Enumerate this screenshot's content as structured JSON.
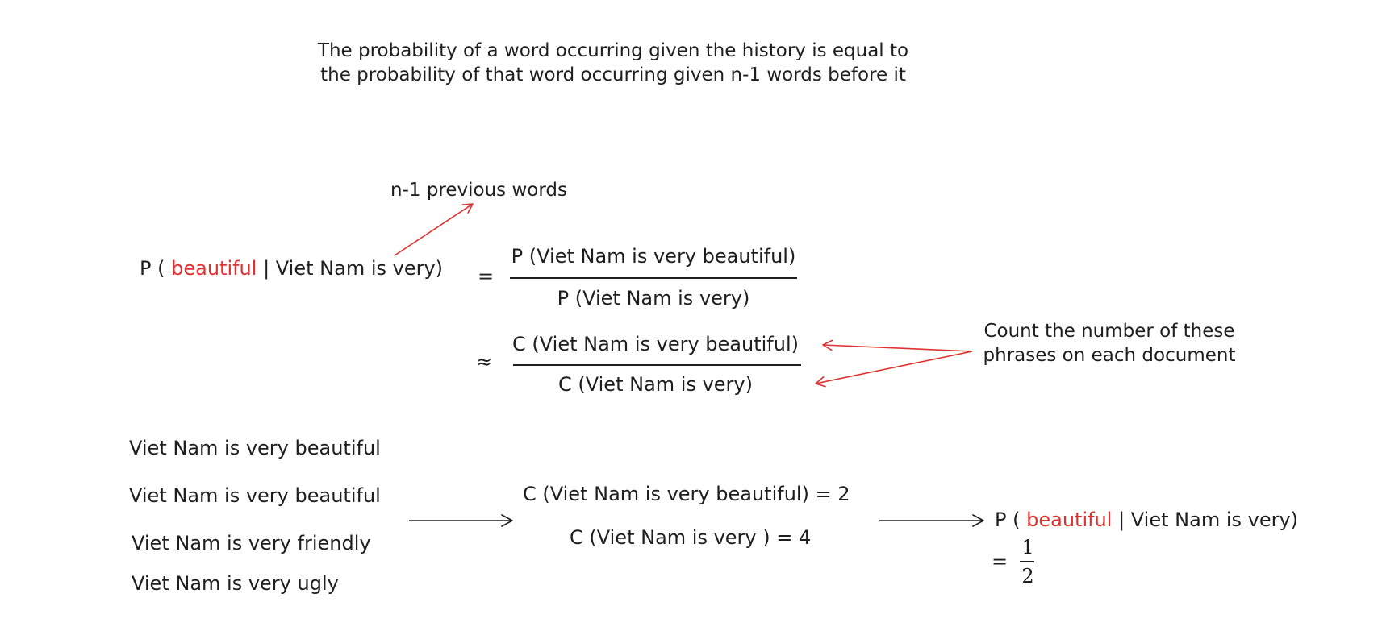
{
  "header": {
    "line1": "The probability of a word occurring given the history is equal to",
    "line2": "the probability of that word occurring given n-1 words before it"
  },
  "annotation_previous": "n-1 previous words",
  "formula1": {
    "p_open": "P (",
    "target": "beautiful",
    "given": "| Viet Nam is very)",
    "equals": "=",
    "numerator": "P (Viet Nam is very beautiful)",
    "denominator": "P (Viet Nam is very)"
  },
  "formula2": {
    "approx": "≈",
    "numerator": "C (Viet Nam is very beautiful)",
    "denominator": "C (Viet Nam is very)"
  },
  "annotation_count": {
    "line1": "Count the number of these",
    "line2": "phrases on each document"
  },
  "documents": [
    "Viet Nam is very beautiful",
    "Viet Nam is very beautiful",
    "Viet Nam is very friendly",
    "Viet Nam is very ugly"
  ],
  "counts": {
    "line1": "C (Viet Nam is very beautiful) = 2",
    "line2": "C (Viet Nam is very ) = 4"
  },
  "result": {
    "p_open": "P (",
    "target": "beautiful",
    "given": "| Viet Nam is very)",
    "equals": "=",
    "numerator": "1",
    "denominator": "2"
  },
  "colors": {
    "accent": "#e03131",
    "ink": "#1e1e1e"
  }
}
